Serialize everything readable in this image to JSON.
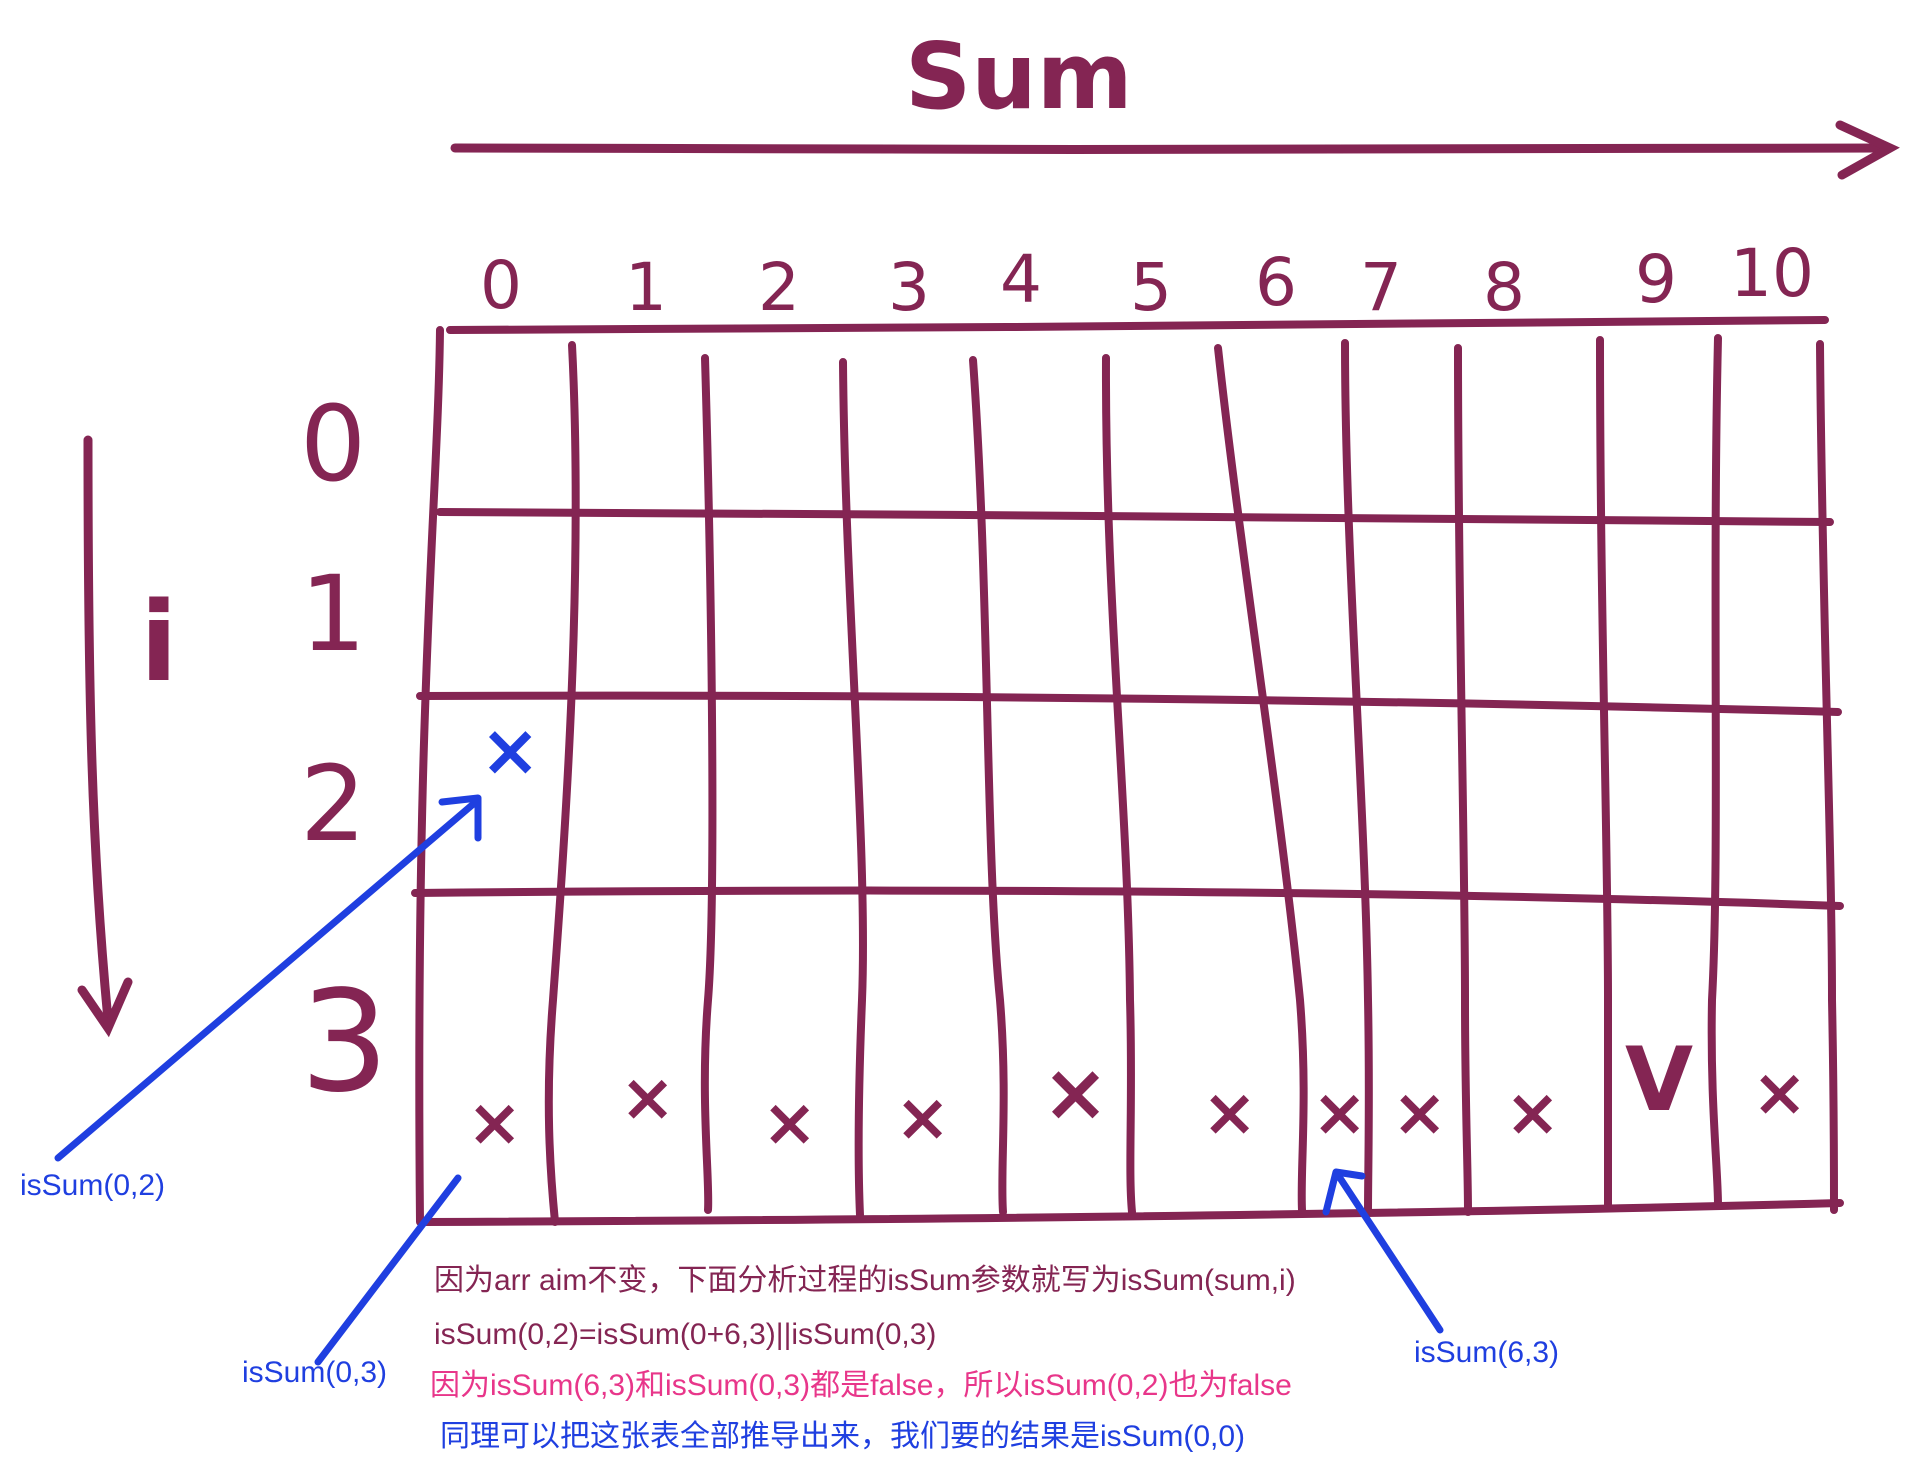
{
  "diagram": {
    "axis_sum_label": "Sum",
    "axis_i_label": "i",
    "sum_columns": [
      "0",
      "1",
      "2",
      "3",
      "4",
      "5",
      "6",
      "7",
      "8",
      "9",
      "10"
    ],
    "i_rows": [
      "0",
      "1",
      "2",
      "3"
    ],
    "row3_marks": [
      "×",
      "×",
      "×",
      "×",
      "×",
      "×",
      "×",
      "×",
      "×",
      "V",
      "×"
    ],
    "cell_0_2_mark": "×",
    "callouts": {
      "issum_0_2": "isSum(0,2)",
      "issum_0_3": "isSum(0,3)",
      "issum_6_3": "isSum(6,3)"
    },
    "notes": [
      "因为arr aim不变，下面分析过程的isSum参数就写为isSum(sum,i)",
      "isSum(0,2)=isSum(0+6,3)||isSum(0,3)",
      "因为isSum(6,3)和isSum(0,3)都是false，所以isSum(0,2)也为false",
      "同理可以把这张表全部推导出来，我们要的结果是isSum(0,0)"
    ],
    "colors": {
      "ink": "#842553",
      "arrow_blue": "#1f3fe0",
      "note_pink": "#e8368a"
    }
  }
}
